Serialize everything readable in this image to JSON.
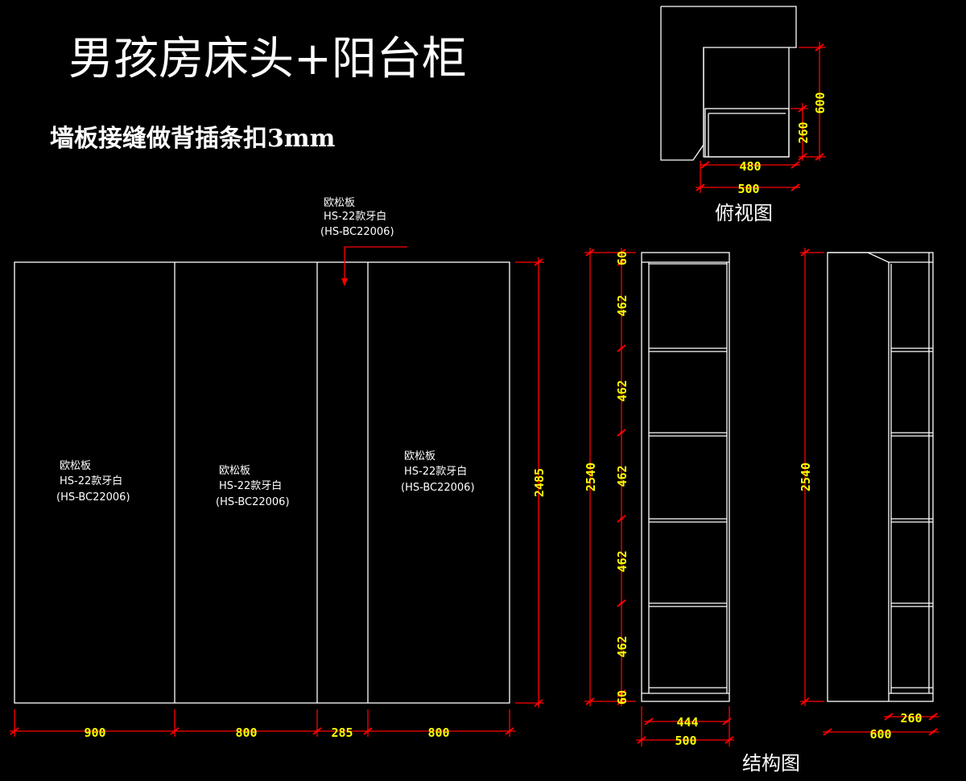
{
  "title": "男孩房床头+阳台柜",
  "subtitle": "墙板接缝做背插条扣3mm",
  "panel_label": {
    "name": "欧松板",
    "model": "HS-22款牙白",
    "code": "(HS-BC22006)"
  },
  "colors": {
    "line": "#ffffff",
    "dimension": "#ff0000",
    "dimension_text": "#ffff00",
    "background": "#000000"
  },
  "elevation": {
    "widths": [
      "900",
      "800",
      "285",
      "800"
    ],
    "height": "2485"
  },
  "top_view": {
    "caption": "俯视图",
    "dims": {
      "inner_width": "480",
      "outer_width": "500",
      "depth": "600",
      "drawer": "260"
    }
  },
  "structure": {
    "caption": "结构图",
    "front": {
      "height": "2540",
      "segments": [
        "60",
        "462",
        "462",
        "462",
        "462",
        "462",
        "60"
      ],
      "inner_width": "444",
      "outer_width": "500"
    },
    "side": {
      "height": "2540",
      "shelf_depth": "260",
      "depth": "600"
    }
  }
}
